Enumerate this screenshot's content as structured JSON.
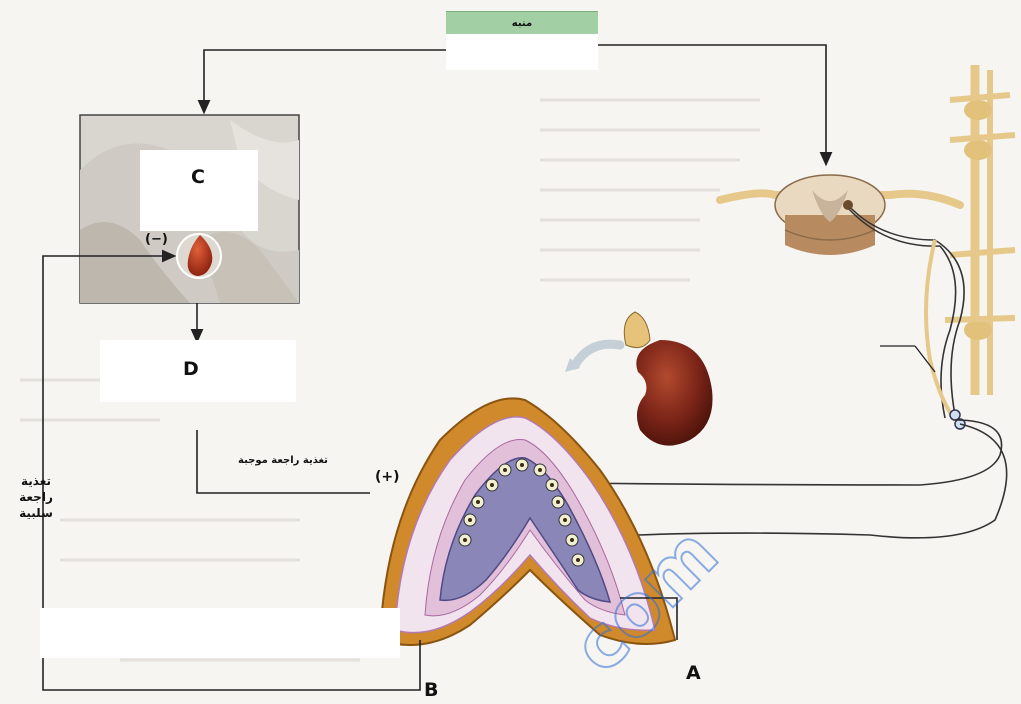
{
  "stimulus_label": "منبه",
  "labels": {
    "A": "A",
    "B": "B",
    "C": "C",
    "D": "D"
  },
  "feedback": {
    "positive_text": "تغذية راجعة موجبة",
    "positive_sign": "(+)",
    "negative_line1": "تغذية راجعة",
    "negative_line2": "سلبية",
    "negative_sign": "(−)"
  },
  "watermark": "com",
  "colors": {
    "arrow": "#222222",
    "header_green": "#a3cfa5",
    "adrenal_cortex": "#d08a2c",
    "adrenal_medulla": "#8a86b8",
    "kidney": "#7a2418",
    "nerve": "#e6c98a",
    "spinal_cord": "#c9a27a",
    "pituitary": "#b8321a",
    "watermark_blue": "#2f6fd6"
  }
}
